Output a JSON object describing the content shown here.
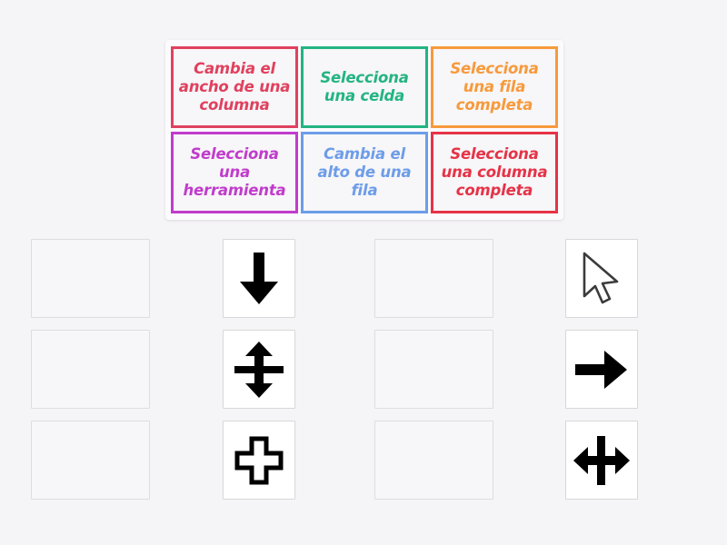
{
  "activity": {
    "type": "drag-and-drop-matching",
    "language": "es",
    "background_color": "#f5f4f7"
  },
  "label_bank": {
    "panel_background": "#fbfafc",
    "rows": [
      [
        {
          "text": "Cambia el ancho de una columna",
          "color": "#e0415f",
          "name": "word-card-cambia-ancho-columna"
        },
        {
          "text": "Selecciona una celda",
          "color": "#23b482",
          "name": "word-card-selecciona-celda"
        },
        {
          "text": "Selecciona una fila completa",
          "color": "#f79a3c",
          "name": "word-card-selecciona-fila-completa"
        }
      ],
      [
        {
          "text": "Selecciona una herramienta",
          "color": "#c13ccc",
          "name": "word-card-selecciona-herramienta"
        },
        {
          "text": "Cambia el alto de una fila",
          "color": "#6d9de8",
          "name": "word-card-cambia-alto-fila"
        },
        {
          "text": "Selecciona una columna completa",
          "color": "#e63347",
          "name": "word-card-selecciona-columna-completa"
        }
      ]
    ]
  },
  "answer_grid": {
    "rows": [
      {
        "drop_zone_left": "",
        "icon_left": {
          "icon": "arrow-down-icon",
          "label": "arrow-down"
        },
        "drop_zone_right": "",
        "icon_right": {
          "icon": "mouse-pointer-icon",
          "label": "mouse-pointer"
        }
      },
      {
        "drop_zone_left": "",
        "icon_left": {
          "icon": "row-resize-icon",
          "label": "row-resize-double-arrow"
        },
        "drop_zone_right": "",
        "icon_right": {
          "icon": "arrow-right-icon",
          "label": "arrow-right"
        }
      },
      {
        "drop_zone_left": "",
        "icon_left": {
          "icon": "cell-select-cross-icon",
          "label": "cell-select-cross"
        },
        "drop_zone_right": "",
        "icon_right": {
          "icon": "column-resize-icon",
          "label": "column-resize-double-arrow"
        }
      }
    ]
  }
}
